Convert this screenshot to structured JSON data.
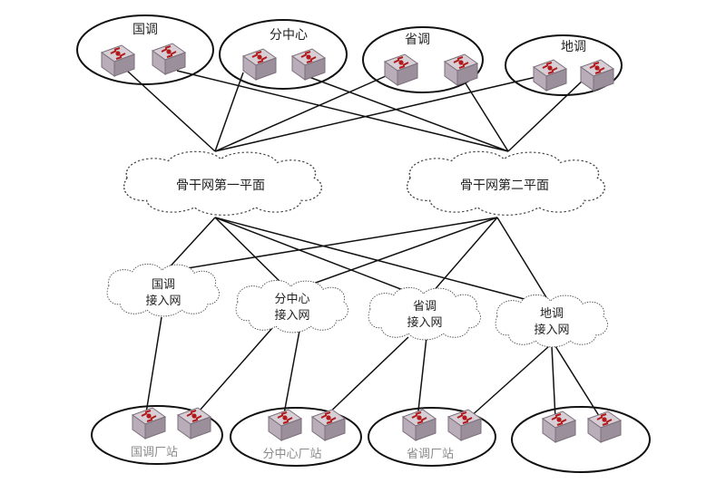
{
  "top_groups": [
    {
      "label": "国调"
    },
    {
      "label": "分中心"
    },
    {
      "label": "省调"
    },
    {
      "label": "地调"
    }
  ],
  "backbone": [
    {
      "label": "骨干网第一平面"
    },
    {
      "label": "骨干网第二平面"
    }
  ],
  "access_nets": [
    {
      "line1": "国调",
      "line2": "接入网"
    },
    {
      "line1": "分中心",
      "line2": "接入网"
    },
    {
      "line1": "省调",
      "line2": "接入网"
    },
    {
      "line1": "地调",
      "line2": "接入网"
    }
  ],
  "bottom_groups": [
    {
      "label": "国调厂站"
    },
    {
      "label": "分中心厂站"
    },
    {
      "label": "省调厂站"
    },
    {
      "label": ""
    }
  ],
  "colors": {
    "switch_top": "#d8cfd6",
    "switch_side": "#9a8f9a",
    "switch_emblem": "#b11a1a",
    "line": "#111111"
  },
  "icons": [
    "router-switch-icon"
  ]
}
